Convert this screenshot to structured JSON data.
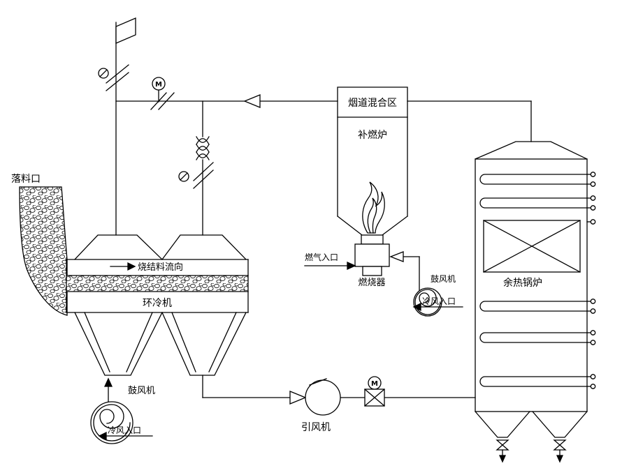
{
  "diagram": {
    "type": "process-flow-diagram",
    "labels": {
      "drop_inlet": "落料口",
      "sinter_flow_direction": "烧结料流向",
      "ring_cooler": "环冷机",
      "blower_left": "鼓风机",
      "cold_air_inlet_left": "冷风入口",
      "induced_draft_fan": "引风机",
      "gas_inlet": "燃气入口",
      "burner": "燃烧器",
      "blower_right": "鼓风机",
      "cold_air_inlet_right": "冷风入口",
      "flue_mixing_zone": "烟道混合区",
      "supplementary_furnace": "补燃炉",
      "waste_heat_boiler": "余热锅炉",
      "motor_valve": "M"
    },
    "colors": {
      "line": "#000000",
      "background": "#ffffff"
    }
  }
}
